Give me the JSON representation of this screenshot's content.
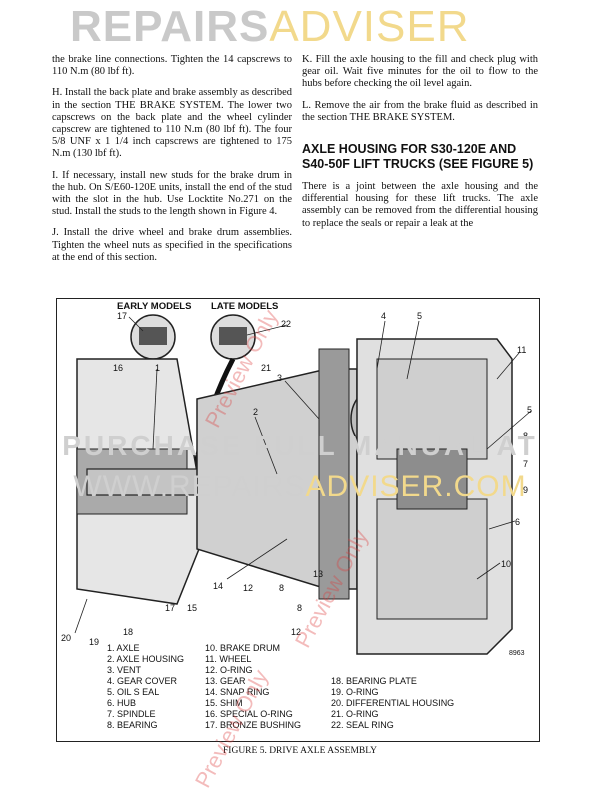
{
  "watermark": {
    "top_a": "REPAIRS",
    "top_b": "ADVISER",
    "mid_line1": "PURCHASE FULL MANUAL AT",
    "mid_line2_a": "WWW.REPAIRS",
    "mid_line2_b": "ADVISER.COM",
    "preview_1": "Preview Only",
    "preview_2": "Preview Only",
    "preview_3": "Preview Only"
  },
  "left_column": [
    "the brake line connections. Tighten the 14 capscrews to 110 N.m (80 lbf ft).",
    "H. Install the back plate and brake assembly as described in the section THE BRAKE SYSTEM. The lower two capscrews on the back plate and the wheel cylinder capscrew are tightened to 110 N.m (80 lbf ft). The four 5/8 UNF x 1 1/4 inch capscrews are tightened to 175 N.m (130 lbf ft).",
    "I. If necessary, install new studs for the brake drum in the hub. On S/E60-120E units, install the end of the stud with the slot in the hub. Use Locktite No.271 on the stud. Install the studs to the length shown in Figure 4.",
    "J. Install the drive wheel and brake drum assemblies. Tighten the wheel nuts as specified in the specifications at the end of this section."
  ],
  "right_column": {
    "para_k": "K. Fill the axle housing to the fill and check plug with gear oil. Wait five minutes for the oil to flow to the hubs before checking the oil level again.",
    "para_l": "L. Remove the air from the brake fluid as described in the section THE BRAKE SYSTEM.",
    "section_title": "AXLE HOUSING FOR S30-120E AND S40-50F LIFT TRUCKS (SEE FIGURE 5)",
    "para_intro": "There is a joint between the axle housing and the differential housing for these lift trucks. The axle assembly can be removed from the differential housing to replace the seals or repair a leak at the"
  },
  "figure": {
    "early_models": "EARLY MODELS",
    "late_models": "LATE MODELS",
    "code": "8963",
    "callouts": [
      "17",
      "16",
      "1",
      "22",
      "21",
      "3",
      "2",
      "4",
      "5",
      "11",
      "5",
      "8",
      "7",
      "9",
      "6",
      "10",
      "14",
      "12",
      "8",
      "13",
      "8",
      "12",
      "20",
      "19",
      "18",
      "17",
      "15"
    ],
    "legend_col1": [
      "1. AXLE",
      "2. AXLE HOUSING",
      "3. VENT",
      "4. GEAR COVER",
      "5. OIL S EAL",
      "6. HUB",
      "7. SPINDLE",
      "8. BEARING"
    ],
    "legend_col2": [
      "10. BRAKE DRUM",
      "11. WHEEL",
      "12. O-RING",
      "13. GEAR",
      "14. SNAP RING",
      "15. SHIM",
      "16. SPECIAL O-RING",
      "17. BRONZE BUSHING"
    ],
    "legend_col3": [
      "18. BEARING PLATE",
      "19. O-RING",
      "20. DIFFERENTIAL HOUSING",
      "21. O-RING",
      "22. SEAL RING"
    ],
    "caption": "FIGURE 5. DRIVE AXLE ASSEMBLY"
  }
}
